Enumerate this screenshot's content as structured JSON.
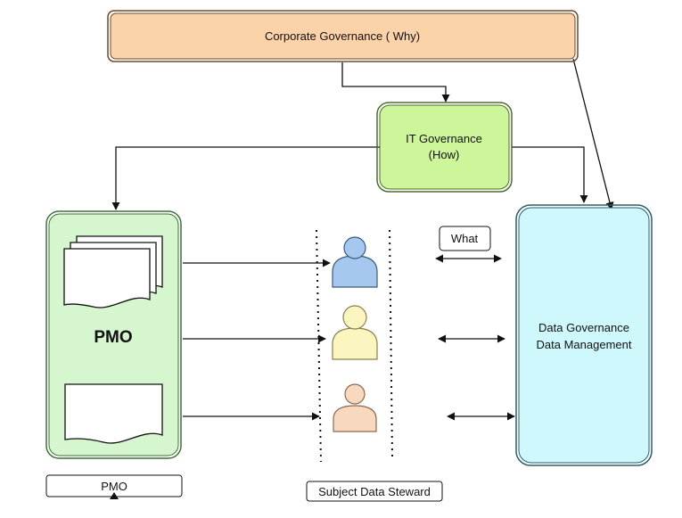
{
  "nodes": {
    "corporate": {
      "label": "Corporate Governance ( Why)",
      "fill": "#fcd2a9",
      "stroke": "#6b4a2c"
    },
    "it": {
      "label_line1": "IT Governance",
      "label_line2": "(How)",
      "fill": "#cdf69a",
      "stroke": "#4d6b2e"
    },
    "pmo": {
      "label": "PMO",
      "fill": "#d6f6cf",
      "stroke": "#3f6e3a"
    },
    "data_gov": {
      "label_line1": "Data Governance",
      "label_line2": "Data Management",
      "fill": "#cff8fd",
      "stroke": "#2b5e6b"
    },
    "what": {
      "label": "What"
    },
    "pmo_caption": {
      "label": "PMO"
    },
    "steward_caption": {
      "label": "Subject Data Steward"
    }
  },
  "stewards": [
    {
      "role": "steward-1",
      "fill": "#a6c8ef"
    },
    {
      "role": "steward-2",
      "fill": "#fbf6c0"
    },
    {
      "role": "steward-3",
      "fill": "#f8d8be"
    }
  ],
  "icons": [
    "document-stack-icon",
    "document-icon",
    "person-icon"
  ]
}
